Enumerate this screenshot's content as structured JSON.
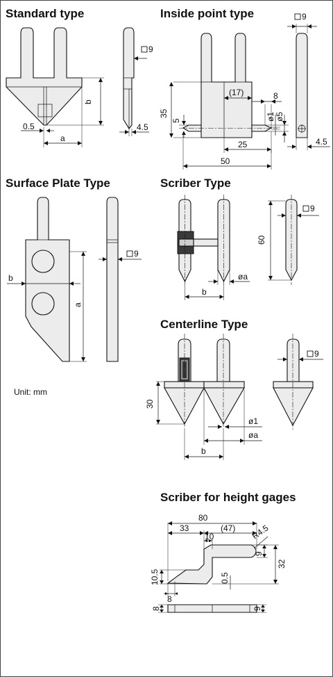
{
  "sections": {
    "standard": {
      "title": "Standard type",
      "dims": {
        "sq9": "9",
        "b": "b",
        "d05": "0.5",
        "a": "a",
        "d45": "4.5"
      }
    },
    "inside_point": {
      "title": "Inside point type",
      "dims": {
        "sq9": "9",
        "d35": "35",
        "d5": "5",
        "d17": "(17)",
        "d8": "8",
        "dia1": "ø1",
        "dia5": "ø5",
        "d25": "25",
        "d50": "50",
        "d45": "4.5"
      }
    },
    "surface_plate": {
      "title": "Surface Plate Type",
      "dims": {
        "sq9": "9",
        "b": "b",
        "a": "a"
      }
    },
    "scriber": {
      "title": "Scriber Type",
      "dims": {
        "sq9": "9",
        "d60": "60",
        "b": "b",
        "dia_a": "øa"
      }
    },
    "centerline": {
      "title": "Centerline Type",
      "dims": {
        "sq9": "9",
        "d30": "30",
        "dia1": "ø1",
        "dia_a": "øa",
        "b": "b"
      }
    },
    "height_gage_scriber": {
      "title": "Scriber for height gages",
      "dims": {
        "d80": "80",
        "d33": "33",
        "d47": "(47)",
        "d10": "10",
        "r45": "R4.5",
        "d9": "9",
        "d32": "32",
        "d105": "10.5",
        "d05": "0.5",
        "d8": "8",
        "d8b": "8",
        "d9b": "9"
      }
    }
  },
  "unit_label": "Unit: mm"
}
